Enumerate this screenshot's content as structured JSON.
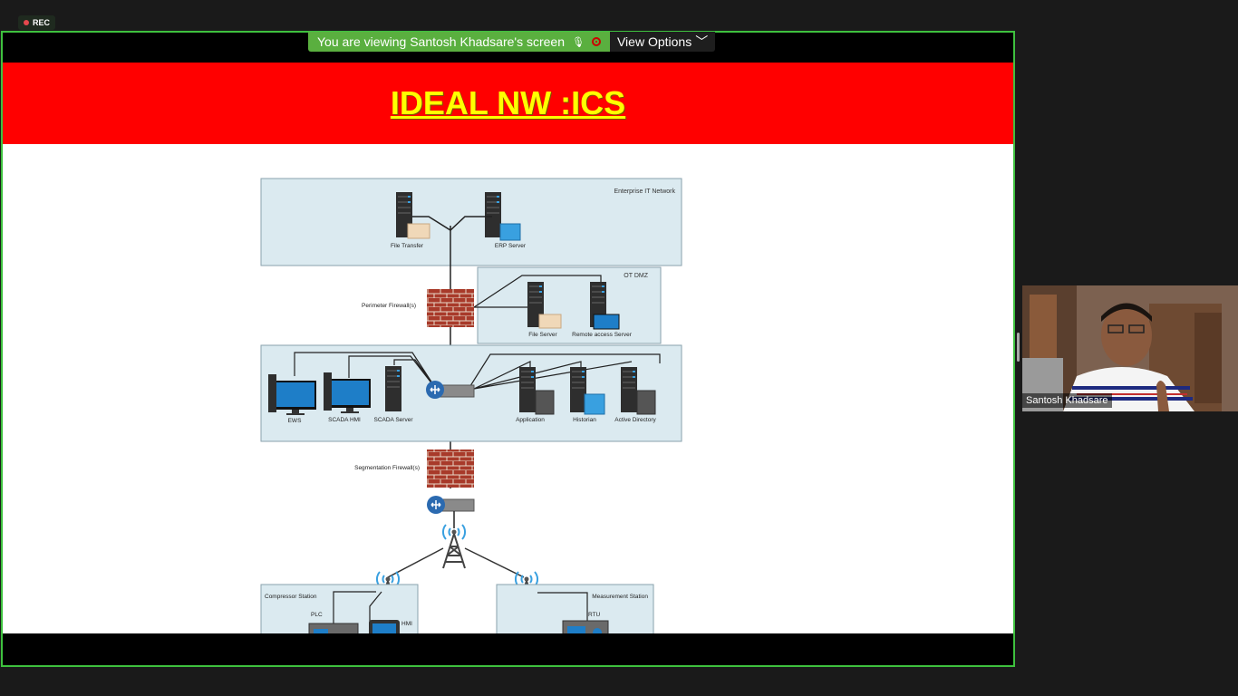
{
  "recording": {
    "label": "REC"
  },
  "share_banner": {
    "message": "You are viewing Santosh Khadsare's screen",
    "options_label": "View Options"
  },
  "slide": {
    "title": "IDEAL NW :ICS",
    "zones": {
      "enterprise": "Enterprise IT Network",
      "ot_dmz": "OT DMZ",
      "compressor": "Compressor Station",
      "measurement": "Measurement Station"
    },
    "labels": {
      "file_transfer": "File Transfer",
      "erp_server": "ERP Server",
      "perimeter_fw": "Perimeter Firewall(s)",
      "file_server": "File Server",
      "remote_access": "Remote access  Server",
      "ews": "EWS",
      "scada_hmi": "SCADA HMI",
      "scada_server": "SCADA Server",
      "application": "Application",
      "historian": "Historian",
      "active_directory": "Active Directory",
      "segmentation_fw": "Segmentation Firewall(s)",
      "plc": "PLC",
      "hmi": "HMI",
      "rtu": "RTU"
    }
  },
  "participant": {
    "name": "Santosh Khadsare"
  }
}
